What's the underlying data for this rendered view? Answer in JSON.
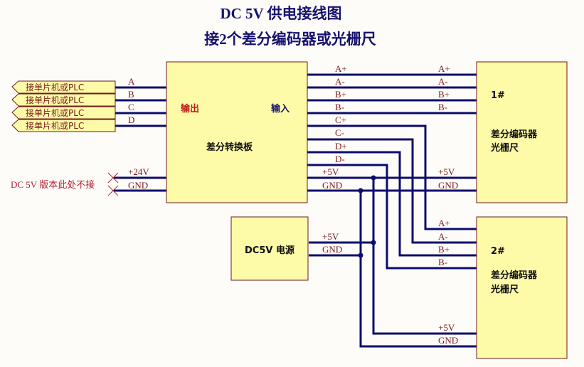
{
  "title": {
    "line1": "DC 5V 供电接线图",
    "line2": "接2个差分编码器或光栅尺"
  },
  "colors": {
    "wire": "#0c0c6e",
    "box_fill": "#fdfaa8",
    "box_border": "#6e1a1a",
    "pin_text": "#7a1a1a",
    "note_text": "#b22030",
    "title_text": "#16126e",
    "output_label": "#c01818",
    "input_label": "#14146e"
  },
  "mcu_ports": [
    {
      "label": "接单片机或PLC",
      "signal": "A"
    },
    {
      "label": "接单片机或PLC",
      "signal": "B"
    },
    {
      "label": "接单片机或PLC",
      "signal": "C"
    },
    {
      "label": "接单片机或PLC",
      "signal": "D"
    }
  ],
  "unused_power": {
    "note": "DC 5V 版本此处不接",
    "pins": [
      "+24V",
      "GND"
    ]
  },
  "converter": {
    "name": "差分转换板",
    "output_label": "输出",
    "input_label": "输入",
    "input_pins": [
      "A+",
      "A-",
      "B+",
      "B-",
      "C+",
      "C-",
      "D+",
      "D-",
      "+5V",
      "GND"
    ]
  },
  "power_supply": {
    "name": "DC5V 电源",
    "pins": [
      "+5V",
      "GND"
    ]
  },
  "encoder1": {
    "id": "1#",
    "name_line1": "差分编码器",
    "name_line2": "光栅尺",
    "signal_pins": [
      "A+",
      "A-",
      "B+",
      "B-"
    ],
    "power_pins": [
      "+5V",
      "GND"
    ]
  },
  "encoder2": {
    "id": "2#",
    "name_line1": "差分编码器",
    "name_line2": "光栅尺",
    "signal_pins": [
      "A+",
      "A-",
      "B+",
      "B-"
    ],
    "power_pins": [
      "+5V",
      "GND"
    ]
  }
}
